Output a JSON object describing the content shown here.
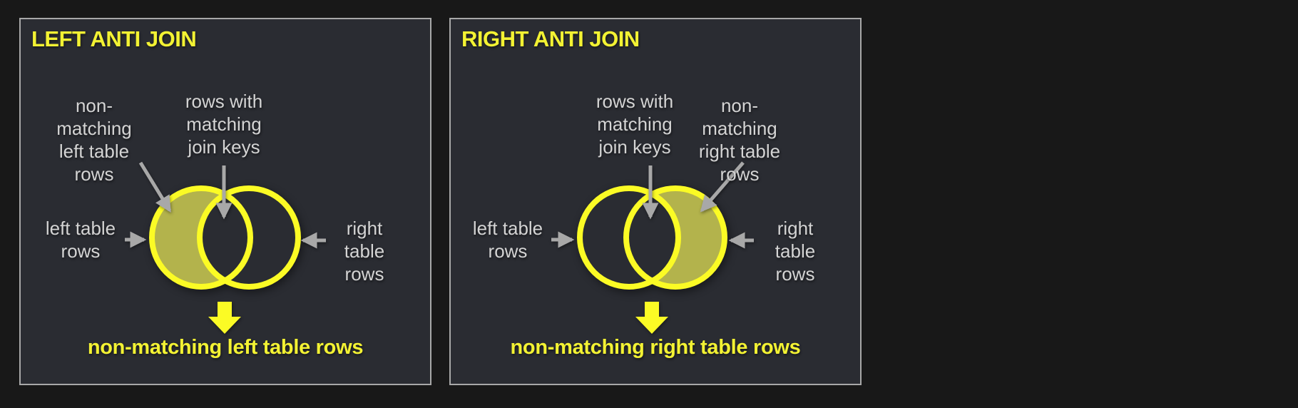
{
  "colors": {
    "page_bg": "#181818",
    "panel_bg": "#2a2c32",
    "panel_border": "#a8a8a8",
    "title_yellow": "#f3f233",
    "venn_stroke": "#fbfb25",
    "olive_fill": "#b3b34c",
    "label_gray": "#d4d4d4",
    "arrow_gray": "#a8a8a8"
  },
  "panels": [
    {
      "title": "LEFT ANTI JOIN",
      "labels": {
        "nonmatching": "non-\nmatching\nleft table\nrows",
        "matching": "rows with\nmatching\njoin keys",
        "left_circle": "left table\nrows",
        "right_circle": "right table\nrows"
      },
      "caption": "non-matching left table rows",
      "highlighted_region": "left crescent"
    },
    {
      "title": "RIGHT ANTI JOIN",
      "labels": {
        "matching": "rows with\nmatching\njoin keys",
        "nonmatching": "non-\nmatching\nright table\nrows",
        "left_circle": "left table\nrows",
        "right_circle": "right table\nrows"
      },
      "caption": "non-matching right table rows",
      "highlighted_region": "right crescent"
    }
  ]
}
